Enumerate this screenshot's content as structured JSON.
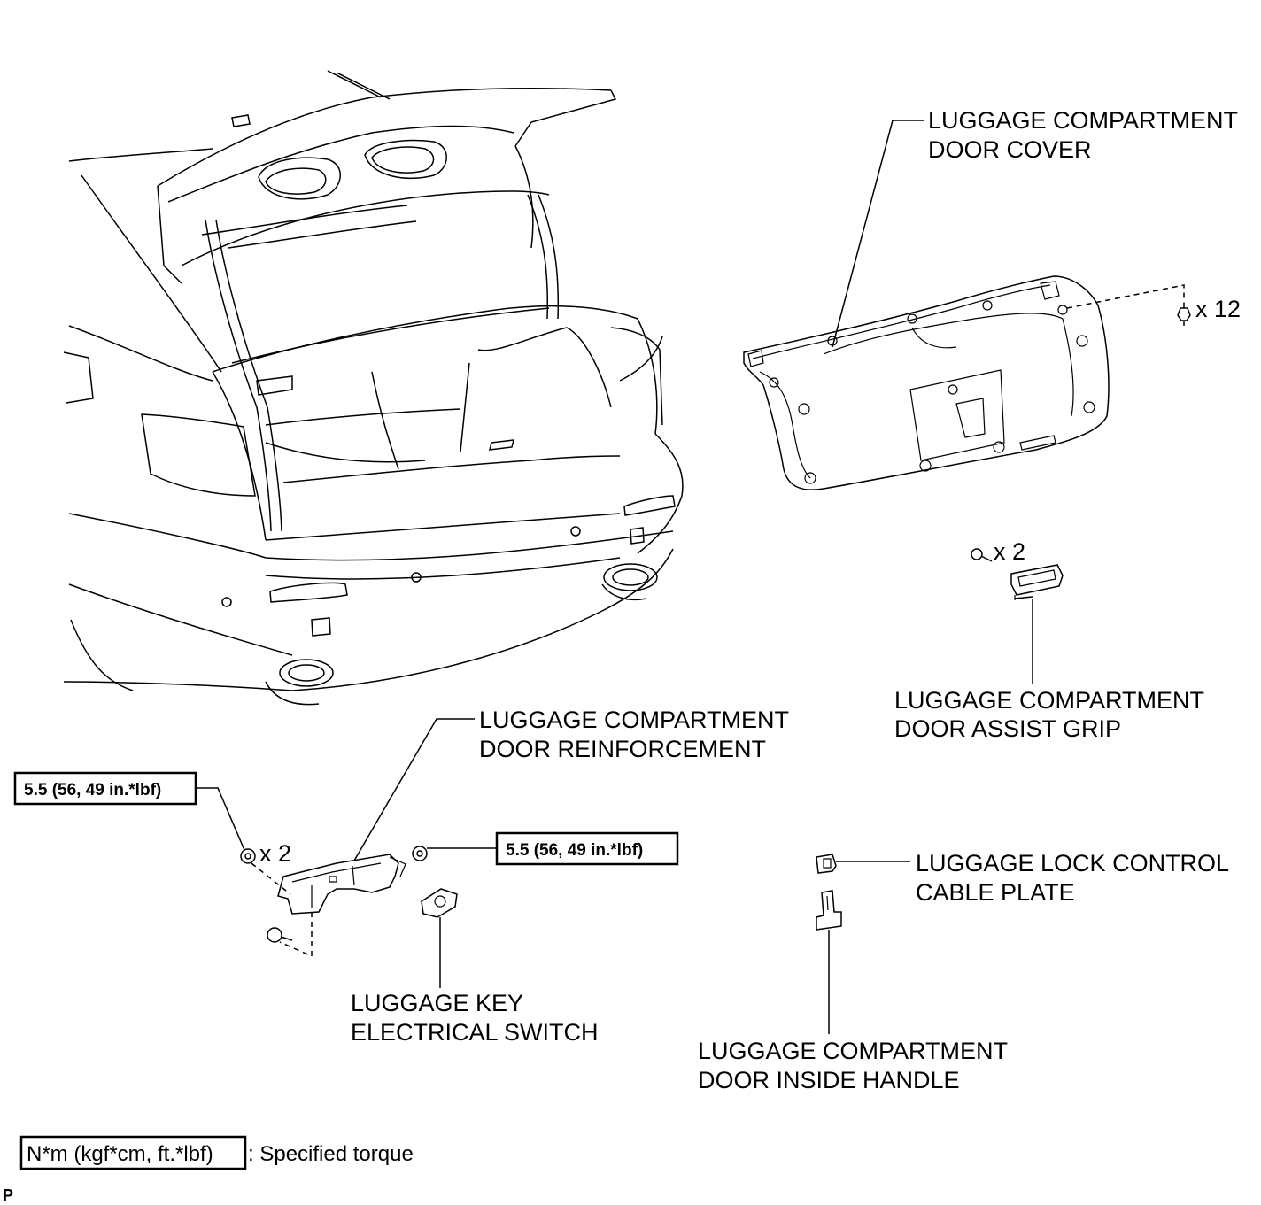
{
  "labels": {
    "door_cover": [
      "LUGGAGE COMPARTMENT",
      "DOOR COVER"
    ],
    "assist_grip": [
      "LUGGAGE COMPARTMENT",
      "DOOR ASSIST GRIP"
    ],
    "reinforcement": [
      "LUGGAGE COMPARTMENT",
      "DOOR REINFORCEMENT"
    ],
    "key_switch": [
      "LUGGAGE KEY",
      "ELECTRICAL SWITCH"
    ],
    "cable_plate": [
      "LUGGAGE LOCK CONTROL",
      "CABLE PLATE"
    ],
    "inside_handle": [
      "LUGGAGE COMPARTMENT",
      "DOOR INSIDE HANDLE"
    ]
  },
  "quantities": {
    "cover_clips": "x 12",
    "grip_screws": "x 2",
    "reinforcement_nuts": "x 2"
  },
  "torque": {
    "left": "5.5 (56, 49 in.*lbf)",
    "right": "5.5 (56, 49 in.*lbf)"
  },
  "legend": {
    "unit_box": "N*m (kgf*cm, ft.*lbf)",
    "description": ": Specified torque"
  },
  "corner_mark": "P"
}
